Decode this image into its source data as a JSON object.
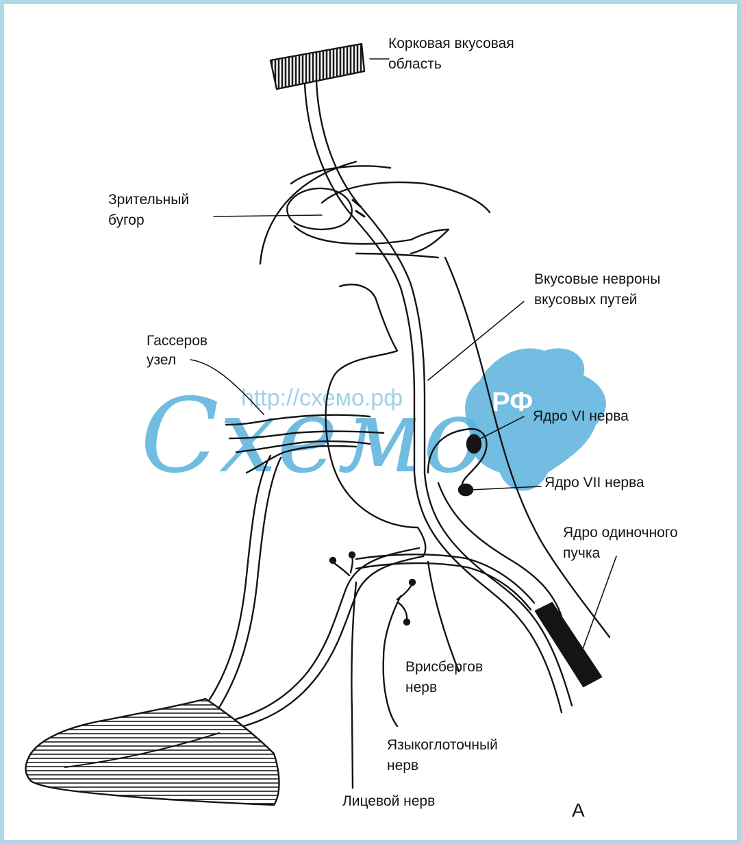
{
  "labels": {
    "cortex": [
      "Корковая вкусовая",
      "область"
    ],
    "thalamus": [
      "Зрительный",
      "бугор"
    ],
    "taste_neurons": [
      "Вкусовые невроны",
      "вкусовых путей"
    ],
    "gasser": [
      "Гассеров",
      "узел"
    ],
    "nucleus_vi": "Ядро VI нерва",
    "nucleus_vii": "Ядро VII нерва",
    "solitary": [
      "Ядро одиночного",
      "пучка"
    ],
    "wrisberg": [
      "Врисбергов",
      "нерв"
    ],
    "glossopharyngeal": [
      "Языкоглоточный",
      "нерв"
    ],
    "facial": "Лицевой нерв",
    "panel_letter": "А"
  },
  "watermark": {
    "url": "http://схемо.рф",
    "logo": "Схемо",
    "badge": "РФ"
  },
  "colors": {
    "background_border": "#add8e6",
    "ink": "#141414",
    "watermark": "#59b2dc"
  }
}
